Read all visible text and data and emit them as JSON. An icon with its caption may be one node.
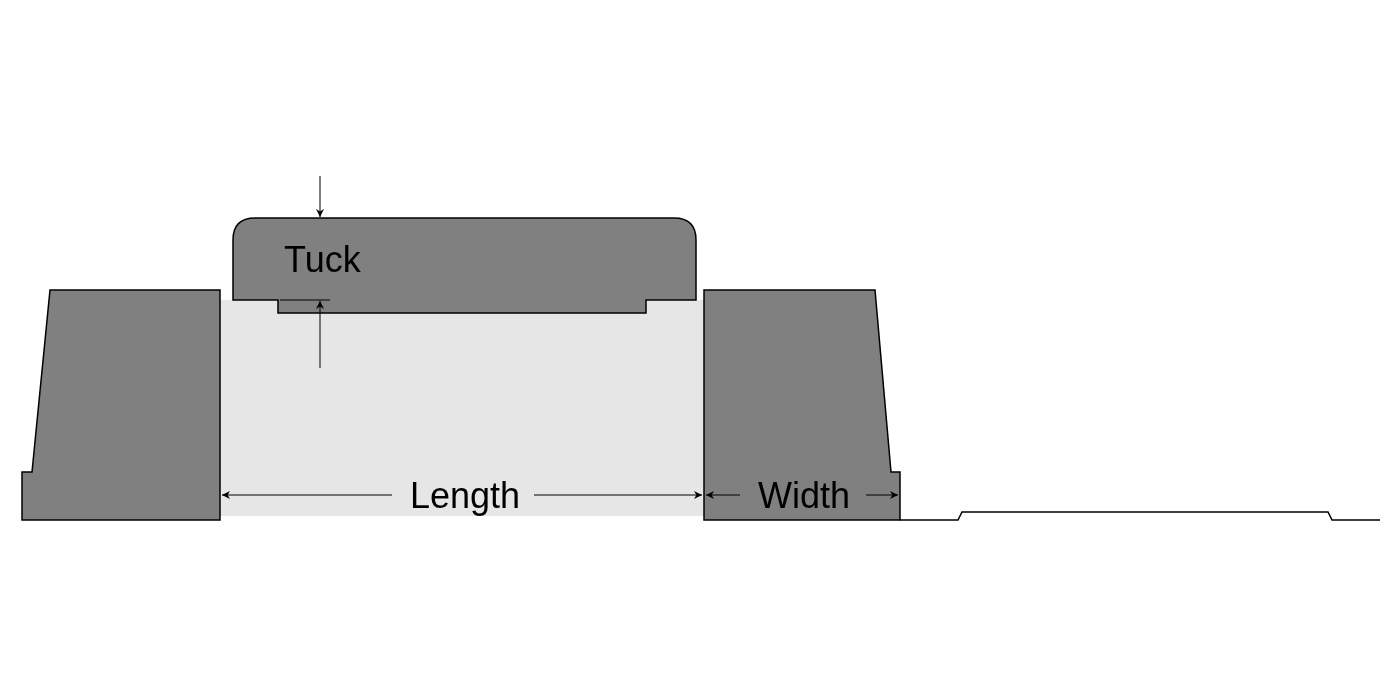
{
  "diagram": {
    "labels": [
      "Tuck",
      "Length",
      "Width"
    ]
  }
}
